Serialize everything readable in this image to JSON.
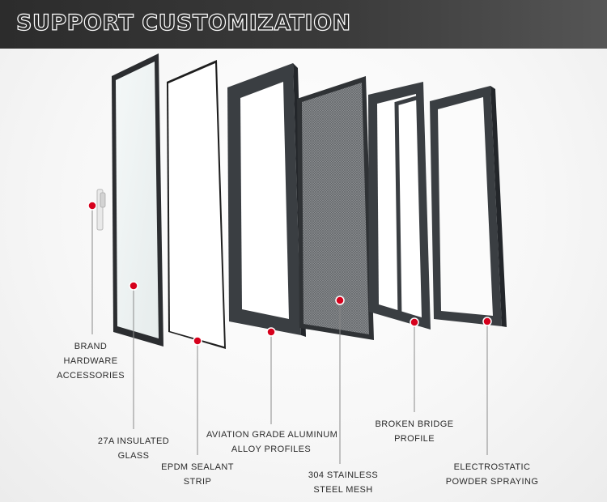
{
  "header": {
    "title": "SUPPORT CUSTOMIZATION"
  },
  "colors": {
    "banner": "#333333",
    "frame": "#3a3e42",
    "marker": "#d6001c"
  },
  "labels": {
    "hardware": [
      "BRAND",
      "HARDWARE",
      "ACCESSORIES"
    ],
    "glass": [
      "27A INSULATED",
      "GLASS"
    ],
    "epdm": [
      "EPDM SEALANT",
      "STRIP"
    ],
    "aluminum": [
      "AVIATION GRADE ALUMINUM",
      "ALLOY PROFILES"
    ],
    "mesh": [
      "304 STAINLESS",
      "STEEL MESH"
    ],
    "bridge": [
      "BROKEN BRIDGE",
      "PROFILE"
    ],
    "powder": [
      "ELECTROSTATIC",
      "POWDER SPRAYING"
    ]
  }
}
